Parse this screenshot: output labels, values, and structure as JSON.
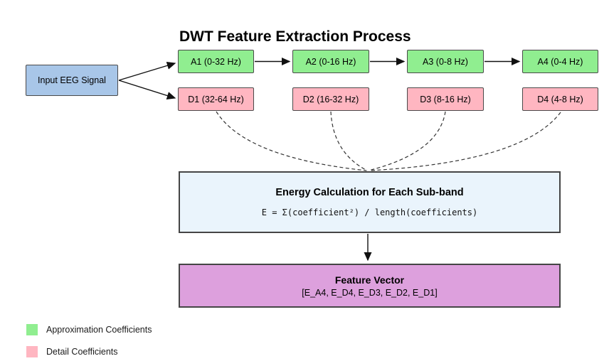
{
  "title": "DWT Feature Extraction Process",
  "input_box": {
    "label": "Input EEG Signal"
  },
  "approx_boxes": [
    {
      "label": "A1 (0-32 Hz)"
    },
    {
      "label": "A2 (0-16 Hz)"
    },
    {
      "label": "A3 (0-8 Hz)"
    },
    {
      "label": "A4 (0-4 Hz)"
    }
  ],
  "detail_boxes": [
    {
      "label": "D1 (32-64 Hz)"
    },
    {
      "label": "D2 (16-32 Hz)"
    },
    {
      "label": "D3 (8-16 Hz)"
    },
    {
      "label": "D4 (4-8 Hz)"
    }
  ],
  "energy_box": {
    "title": "Energy Calculation for Each Sub-band",
    "formula": "E = Σ(coefficient²) / length(coefficients)"
  },
  "feature_box": {
    "title": "Feature Vector",
    "vector": "[E_A4, E_D4, E_D3, E_D2, E_D1]"
  },
  "legend": {
    "items": [
      {
        "label": "Approximation Coefficients",
        "color": "#90ee90"
      },
      {
        "label": "Detail Coefficients",
        "color": "#ffb6c1"
      }
    ]
  },
  "colors": {
    "approximation_fill": "#90ee90",
    "detail_fill": "#ffb6c1",
    "input_fill": "#a8c6e8",
    "energy_fill": "#eaf4fc",
    "feature_fill": "#dda0dd",
    "box_border": "#4a4a4a",
    "arrow": "#111111",
    "dashed_line": "#333333",
    "background": "#ffffff",
    "text": "#000000"
  }
}
